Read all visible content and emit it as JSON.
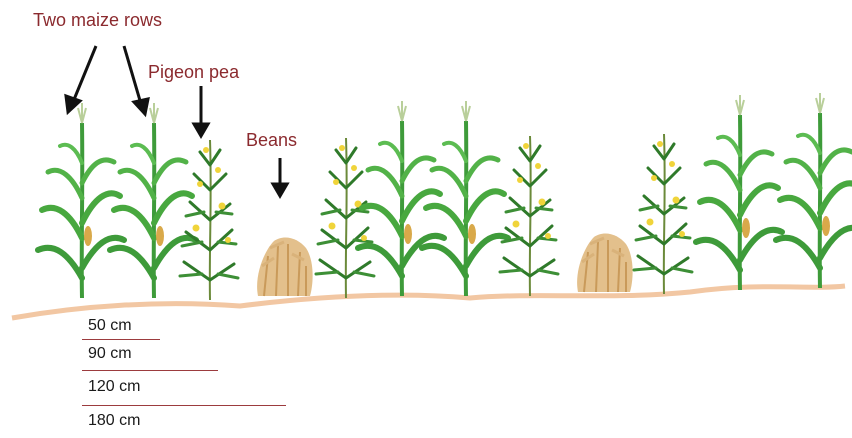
{
  "labels": {
    "maize": "Two maize rows",
    "pigeon_pea": "Pigeon pea",
    "beans": "Beans"
  },
  "scale": {
    "s50": "50 cm",
    "s90": "90 cm",
    "s120": "120 cm",
    "s180": "180 cm"
  },
  "colors": {
    "label_text": "#8b2a2e",
    "scale_line": "#9c3b3e",
    "soil": "#f2c7a3",
    "maize_leaf": "#3e9b3a",
    "maize_tassel": "#b9cf9a",
    "pigeon_pea_leaf": "#2f7a2a",
    "pigeon_pea_flower": "#f0d43a",
    "beans": "#d9b27a"
  },
  "plants": [
    "maize",
    "maize",
    "pigeon-pea",
    "beans",
    "pigeon-pea",
    "maize",
    "maize",
    "pigeon-pea",
    "beans",
    "pigeon-pea",
    "maize",
    "maize"
  ]
}
